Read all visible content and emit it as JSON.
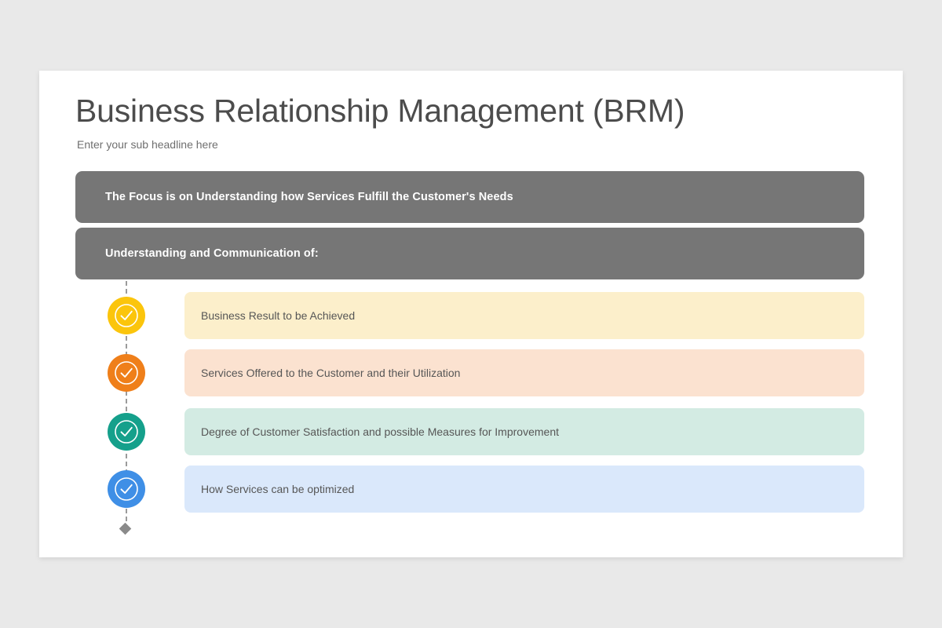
{
  "slide": {
    "title": "Business Relationship Management (BRM)",
    "subtitle": "Enter your sub headline here",
    "background_color": "#e9e9e9",
    "card_color": "#ffffff"
  },
  "banners": [
    {
      "id": "focus",
      "text": "The Focus is on Understanding how Services Fulfill the Customer's Needs",
      "color": "#767676",
      "text_color": "#ffffff"
    },
    {
      "id": "understanding",
      "text": "Understanding and Communication of:",
      "color": "#767676",
      "text_color": "#ffffff"
    }
  ],
  "timeline": {
    "connector_color": "#9b9b9b",
    "end_marker": "diamond-marker",
    "items": [
      {
        "icon": "check-circle-icon",
        "badge_color": "#fbc50c",
        "bar_color": "#fcefcb",
        "text": "Business Result to be Achieved"
      },
      {
        "icon": "check-circle-icon",
        "badge_color": "#ef7f1a",
        "bar_color": "#fbe2d0",
        "text": "Services Offered to the Customer and their Utilization"
      },
      {
        "icon": "check-circle-icon",
        "badge_color": "#15a08b",
        "bar_color": "#d3ebe3",
        "text": "Degree of Customer Satisfaction and possible Measures for Improvement"
      },
      {
        "icon": "check-circle-icon",
        "badge_color": "#3f8fe6",
        "bar_color": "#dae8fb",
        "text": "How Services can be optimized"
      }
    ]
  }
}
